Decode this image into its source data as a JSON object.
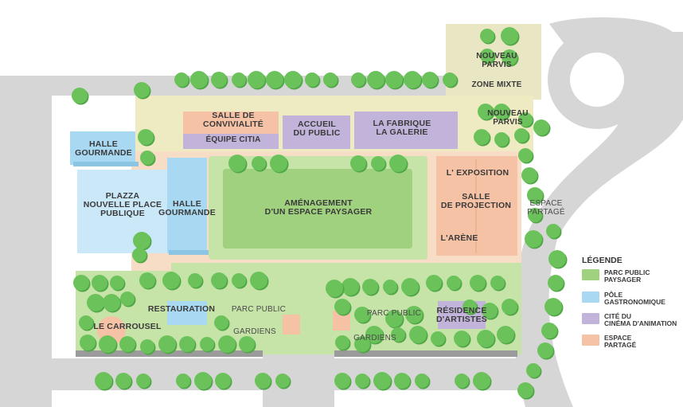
{
  "map": {
    "labels": {
      "nouveau_parvis_top": "NOUVEAU\nPARVIS",
      "zone_mixte": "ZONE MIXTE",
      "nouveau_parvis_right": "NOUVEAU\nPARVIS",
      "salle_conviviality": "SALLE DE\nCONVIVIALITÉ",
      "equipe_citia": "ÉQUIPE CITIA",
      "accueil_public": "ACCUEIL\nDU PUBLIC",
      "fabrique_galerie": "LA FABRIQUE\nLA GALERIE",
      "halle_gourmande_top": "HALLE\nGOURMANDE",
      "plazza": "PLAZZA\nNOUVELLE PLACE\nPUBLIQUE",
      "halle_gourmande_main": "HALLE\nGOURMANDE",
      "amenagement": "AMÉNAGEMENT\nD'UN ESPACE PAYSAGER",
      "exposition": "L' EXPOSITION",
      "salle_projection": "SALLE\nDE PROJECTION",
      "arene": "L'ARÈNE",
      "espace_partage": "ESPACE\nPARTAGÉ",
      "restauration": "RESTAURATION",
      "carrousel": "LE CARROUSEL",
      "parc_public_left": "PARC PUBLIC",
      "gardiens_left": "GARDIENS",
      "parc_public_right": "PARC PUBLIC",
      "gardiens_right": "GARDIENS",
      "residence_artistes": "RÉSIDENCE\nD'ARTISTES"
    },
    "legend": {
      "title": "LÉGENDE",
      "items": [
        {
          "label": "PARC PUBLIC\nPAYSAGER",
          "color": "#9fd17f"
        },
        {
          "label": "PÔLE\nGASTRONOMIQUE",
          "color": "#a9d9f2"
        },
        {
          "label": "CITÉ DU\nCINÉMA D'ANIMATION",
          "color": "#c2b3da"
        },
        {
          "label": "ESPACE\nPARTAGÉ",
          "color": "#f6c2a6"
        }
      ]
    },
    "colors": {
      "road": "#d6d6d6",
      "park": "#9fd17f",
      "park_light": "#c6e3a8",
      "beige": "#f7ddc6",
      "yellow": "#eeeac1",
      "gastro": "#a9d9f2",
      "cinema": "#c2b3da",
      "shared": "#f6c2a6",
      "tree": "#6cc25a",
      "tree_dark": "#4fa646"
    }
  }
}
